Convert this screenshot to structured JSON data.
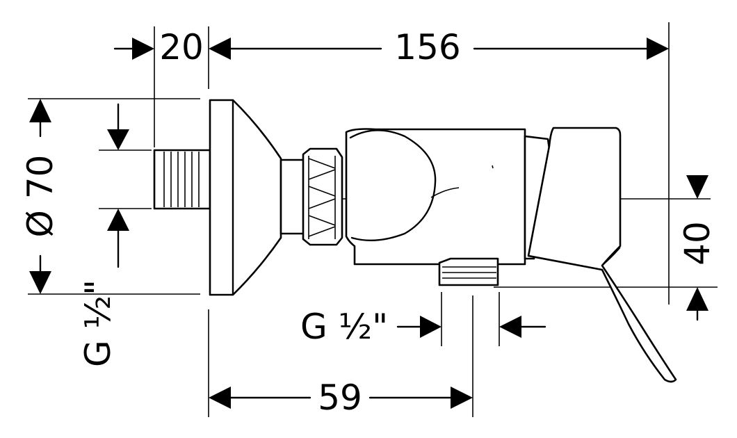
{
  "dimensions": {
    "depth_total": "156",
    "nipple_length": "20",
    "rosette_diameter": "Ø 70",
    "outlet_offset": "59",
    "lever_height": "40"
  },
  "threads": {
    "inlet": "G ½\"",
    "outlet": "G ½\""
  },
  "colors": {
    "line": "#000000",
    "background": "#ffffff"
  }
}
